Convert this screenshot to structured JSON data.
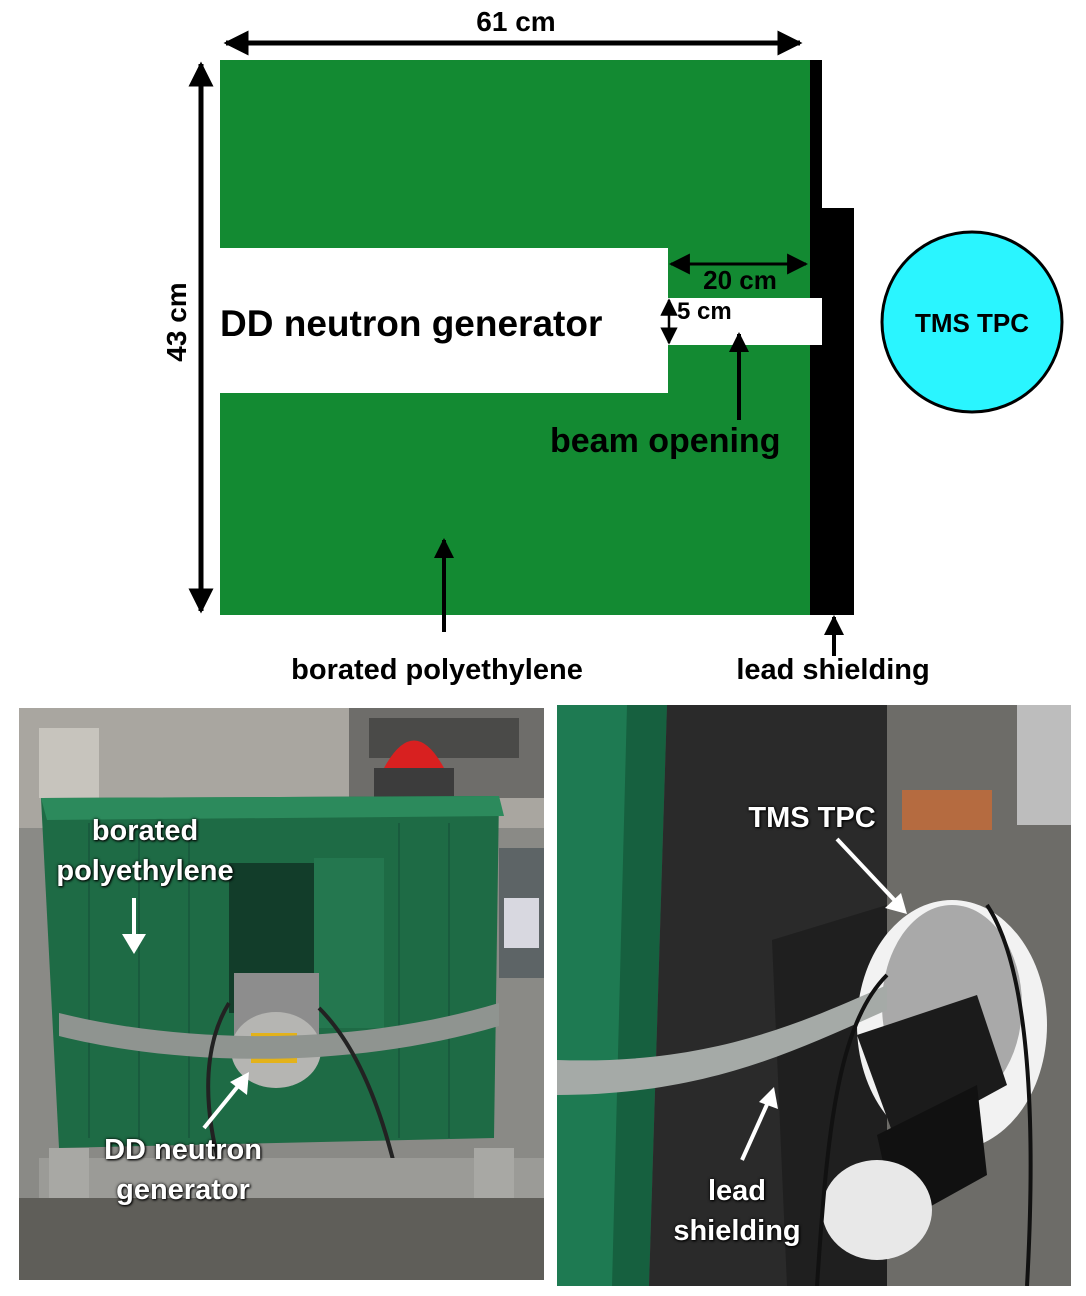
{
  "diagram": {
    "colors": {
      "polyethylene": "#138A32",
      "lead": "#000000",
      "tpc": "#2AF5FF",
      "opening": "#FFFFFF"
    },
    "dimensions": {
      "width_label": "61 cm",
      "height_label": "43 cm",
      "cavity_depth_label": "20 cm",
      "opening_height_label": "5 cm"
    },
    "labels": {
      "generator": "DD neutron generator",
      "beam_opening": "beam opening",
      "borated_polyethylene": "borated polyethylene",
      "lead_shielding": "lead shielding",
      "tpc": "TMS TPC"
    }
  },
  "photos": {
    "left": {
      "label_polyethylene_line1": "borated",
      "label_polyethylene_line2": "polyethylene",
      "label_generator_line1": "DD neutron",
      "label_generator_line2": "generator"
    },
    "right": {
      "label_tpc": "TMS TPC",
      "label_lead_line1": "lead",
      "label_lead_line2": "shielding"
    }
  }
}
